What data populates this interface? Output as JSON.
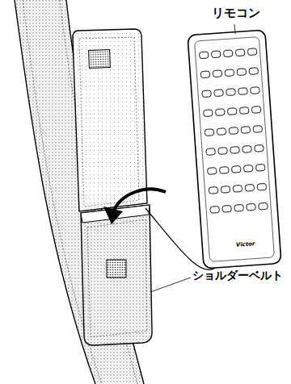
{
  "diagram": {
    "labels": [
      "リモコン",
      "ショルダーベルト",
      "Victor"
    ]
  }
}
